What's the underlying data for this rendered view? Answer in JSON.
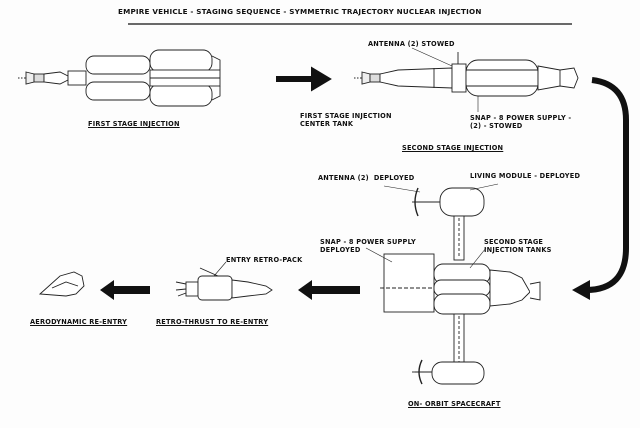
{
  "title": "EMPIRE VEHICLE - STAGING SEQUENCE - SYMMETRIC TRAJECTORY NUCLEAR INJECTION",
  "stages": {
    "first": {
      "caption": "FIRST STAGE INJECTION"
    },
    "second": {
      "caption": "SECOND STAGE INJECTION",
      "labels": {
        "antenna_stowed": "ANTENNA (2) STOWED",
        "center_tank": "FIRST STAGE INJECTION\nCENTER TANK",
        "snap_stowed": "SNAP - 8 POWER SUPPLY -\n(2) - STOWED"
      }
    },
    "orbit": {
      "caption": "ON- ORBIT SPACECRAFT",
      "labels": {
        "antenna_deployed": "ANTENNA (2)  DEPLOYED",
        "living_module": "LIVING MODULE - DEPLOYED",
        "snap_deployed": "SNAP - 8 POWER SUPPLY\nDEPLOYED",
        "second_stage_tanks": "SECOND STAGE\nINJECTION TANKS"
      }
    },
    "retro": {
      "caption": "RETRO-THRUST TO RE-ENTRY",
      "labels": {
        "entry_retro_pack": "ENTRY RETRO-PACK"
      }
    },
    "reentry": {
      "caption": "AERODYNAMIC RE-ENTRY"
    }
  }
}
